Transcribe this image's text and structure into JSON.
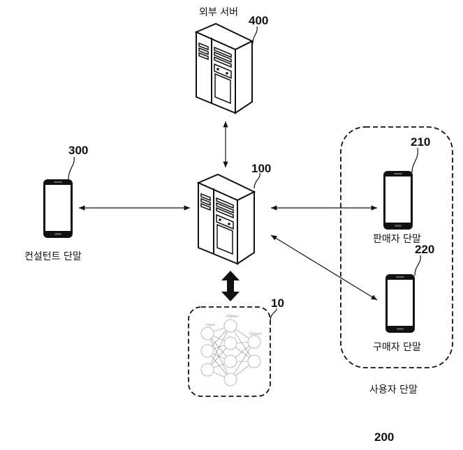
{
  "nodes": {
    "external_server": {
      "label": "외부 서버",
      "ref": "400"
    },
    "main_server": {
      "ref": "100"
    },
    "consultant_terminal": {
      "label": "컨설턴트 단말",
      "ref": "300"
    },
    "seller_terminal": {
      "label": "판매자 단말",
      "ref": "210"
    },
    "buyer_terminal": {
      "label": "구매자 단말",
      "ref": "220"
    },
    "user_terminals": {
      "label": "사용자 단말",
      "ref": "200"
    },
    "neural_network": {
      "ref": "10",
      "layers": [
        "Input",
        "Hidden",
        "Output"
      ]
    }
  }
}
